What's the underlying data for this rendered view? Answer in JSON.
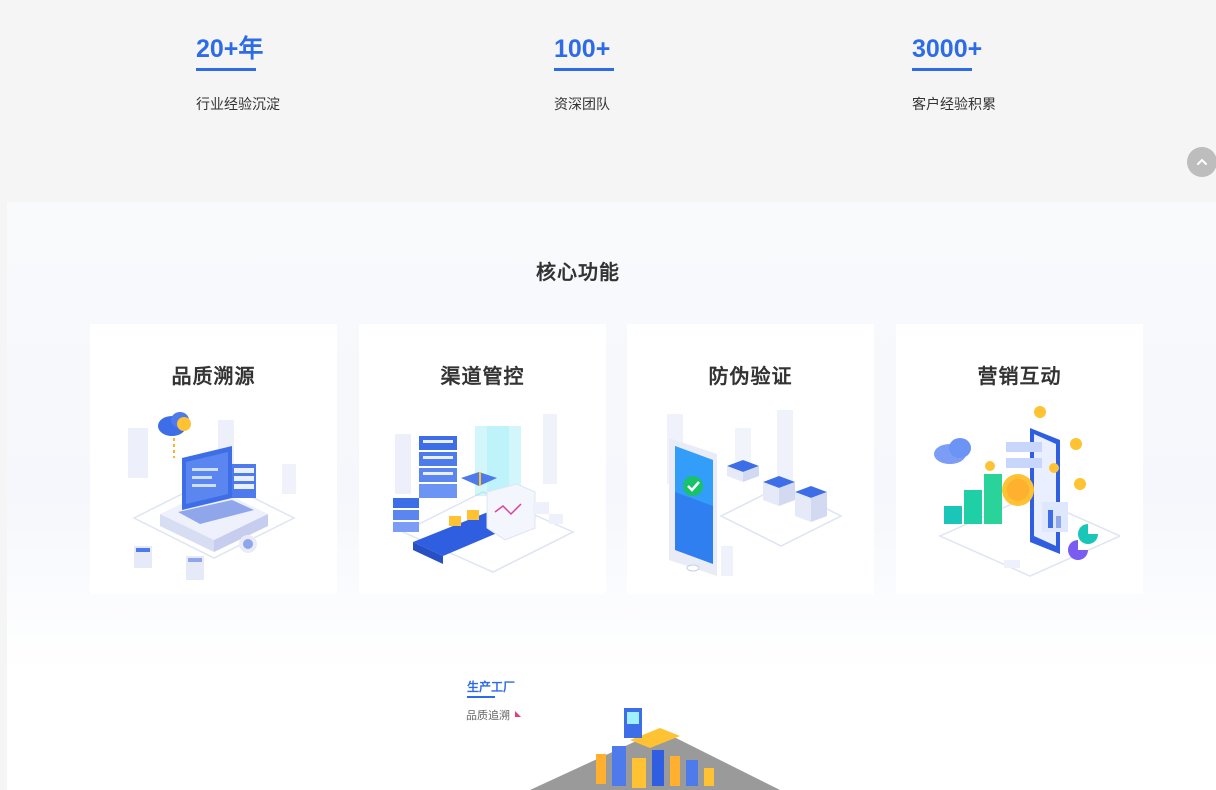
{
  "stats": [
    {
      "value": "20+年",
      "label": "行业经验沉淀"
    },
    {
      "value": "100+",
      "label": "资深团队"
    },
    {
      "value": "3000+",
      "label": "客户经验积累"
    }
  ],
  "core": {
    "title": "核心功能",
    "cards": [
      {
        "title": "品质溯源"
      },
      {
        "title": "渠道管控"
      },
      {
        "title": "防伪验证"
      },
      {
        "title": "营销互动"
      }
    ]
  },
  "flow": {
    "title": "生产工厂",
    "subtitle": "品质追溯"
  },
  "colors": {
    "accent": "#2e6be6",
    "background": "#f5f5f5"
  }
}
